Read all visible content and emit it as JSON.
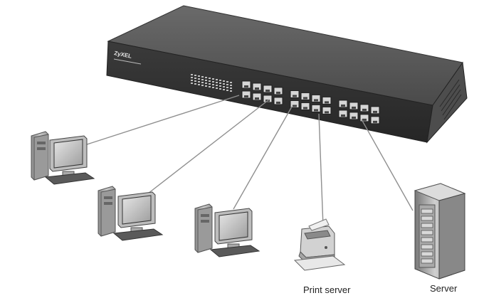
{
  "switch": {
    "brand": "ZyXEL"
  },
  "labels": {
    "print_server": "Print server",
    "server": "Server"
  },
  "colors": {
    "switch_top": "#555555",
    "switch_front": "#2f2f2f",
    "port": "#d9d9d9",
    "cable": "#9a9a9a",
    "device_body": "#b8b8b8",
    "screen": "#cfcfcf"
  }
}
